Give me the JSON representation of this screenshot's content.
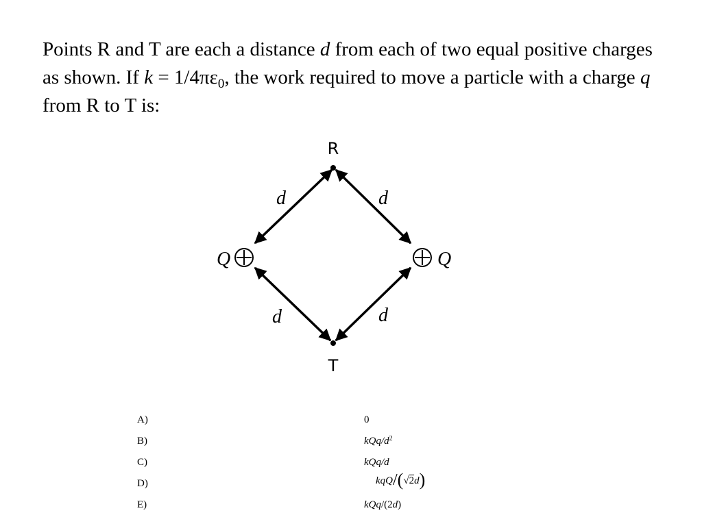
{
  "question": {
    "p1": "Points R and T are each a distance ",
    "var_d": "d",
    "p2": " from each of two equal positive charges as shown. If ",
    "var_k": "k",
    "p3": " = 1/4πε",
    "sub0": "0",
    "p4": ", the work required to move a particle with a charge ",
    "var_q": "q",
    "p5": " from R to T is:"
  },
  "figure": {
    "top_label": "R",
    "bottom_label": "T",
    "left_charge_label": "Q",
    "right_charge_label": "Q",
    "side_label": "d"
  },
  "choices": [
    {
      "letter": "A)",
      "answer": "0"
    },
    {
      "letter": "B)",
      "answer": "kQq/d",
      "sup": "2"
    },
    {
      "letter": "C)",
      "answer": "kQq/d"
    },
    {
      "letter": "D)",
      "numer": "kqQ",
      "root": "2",
      "var": "d"
    },
    {
      "letter": "E)",
      "answer_a": "kQq",
      "answer_b": "/(2",
      "answer_c": "d",
      "answer_d": ")"
    }
  ]
}
